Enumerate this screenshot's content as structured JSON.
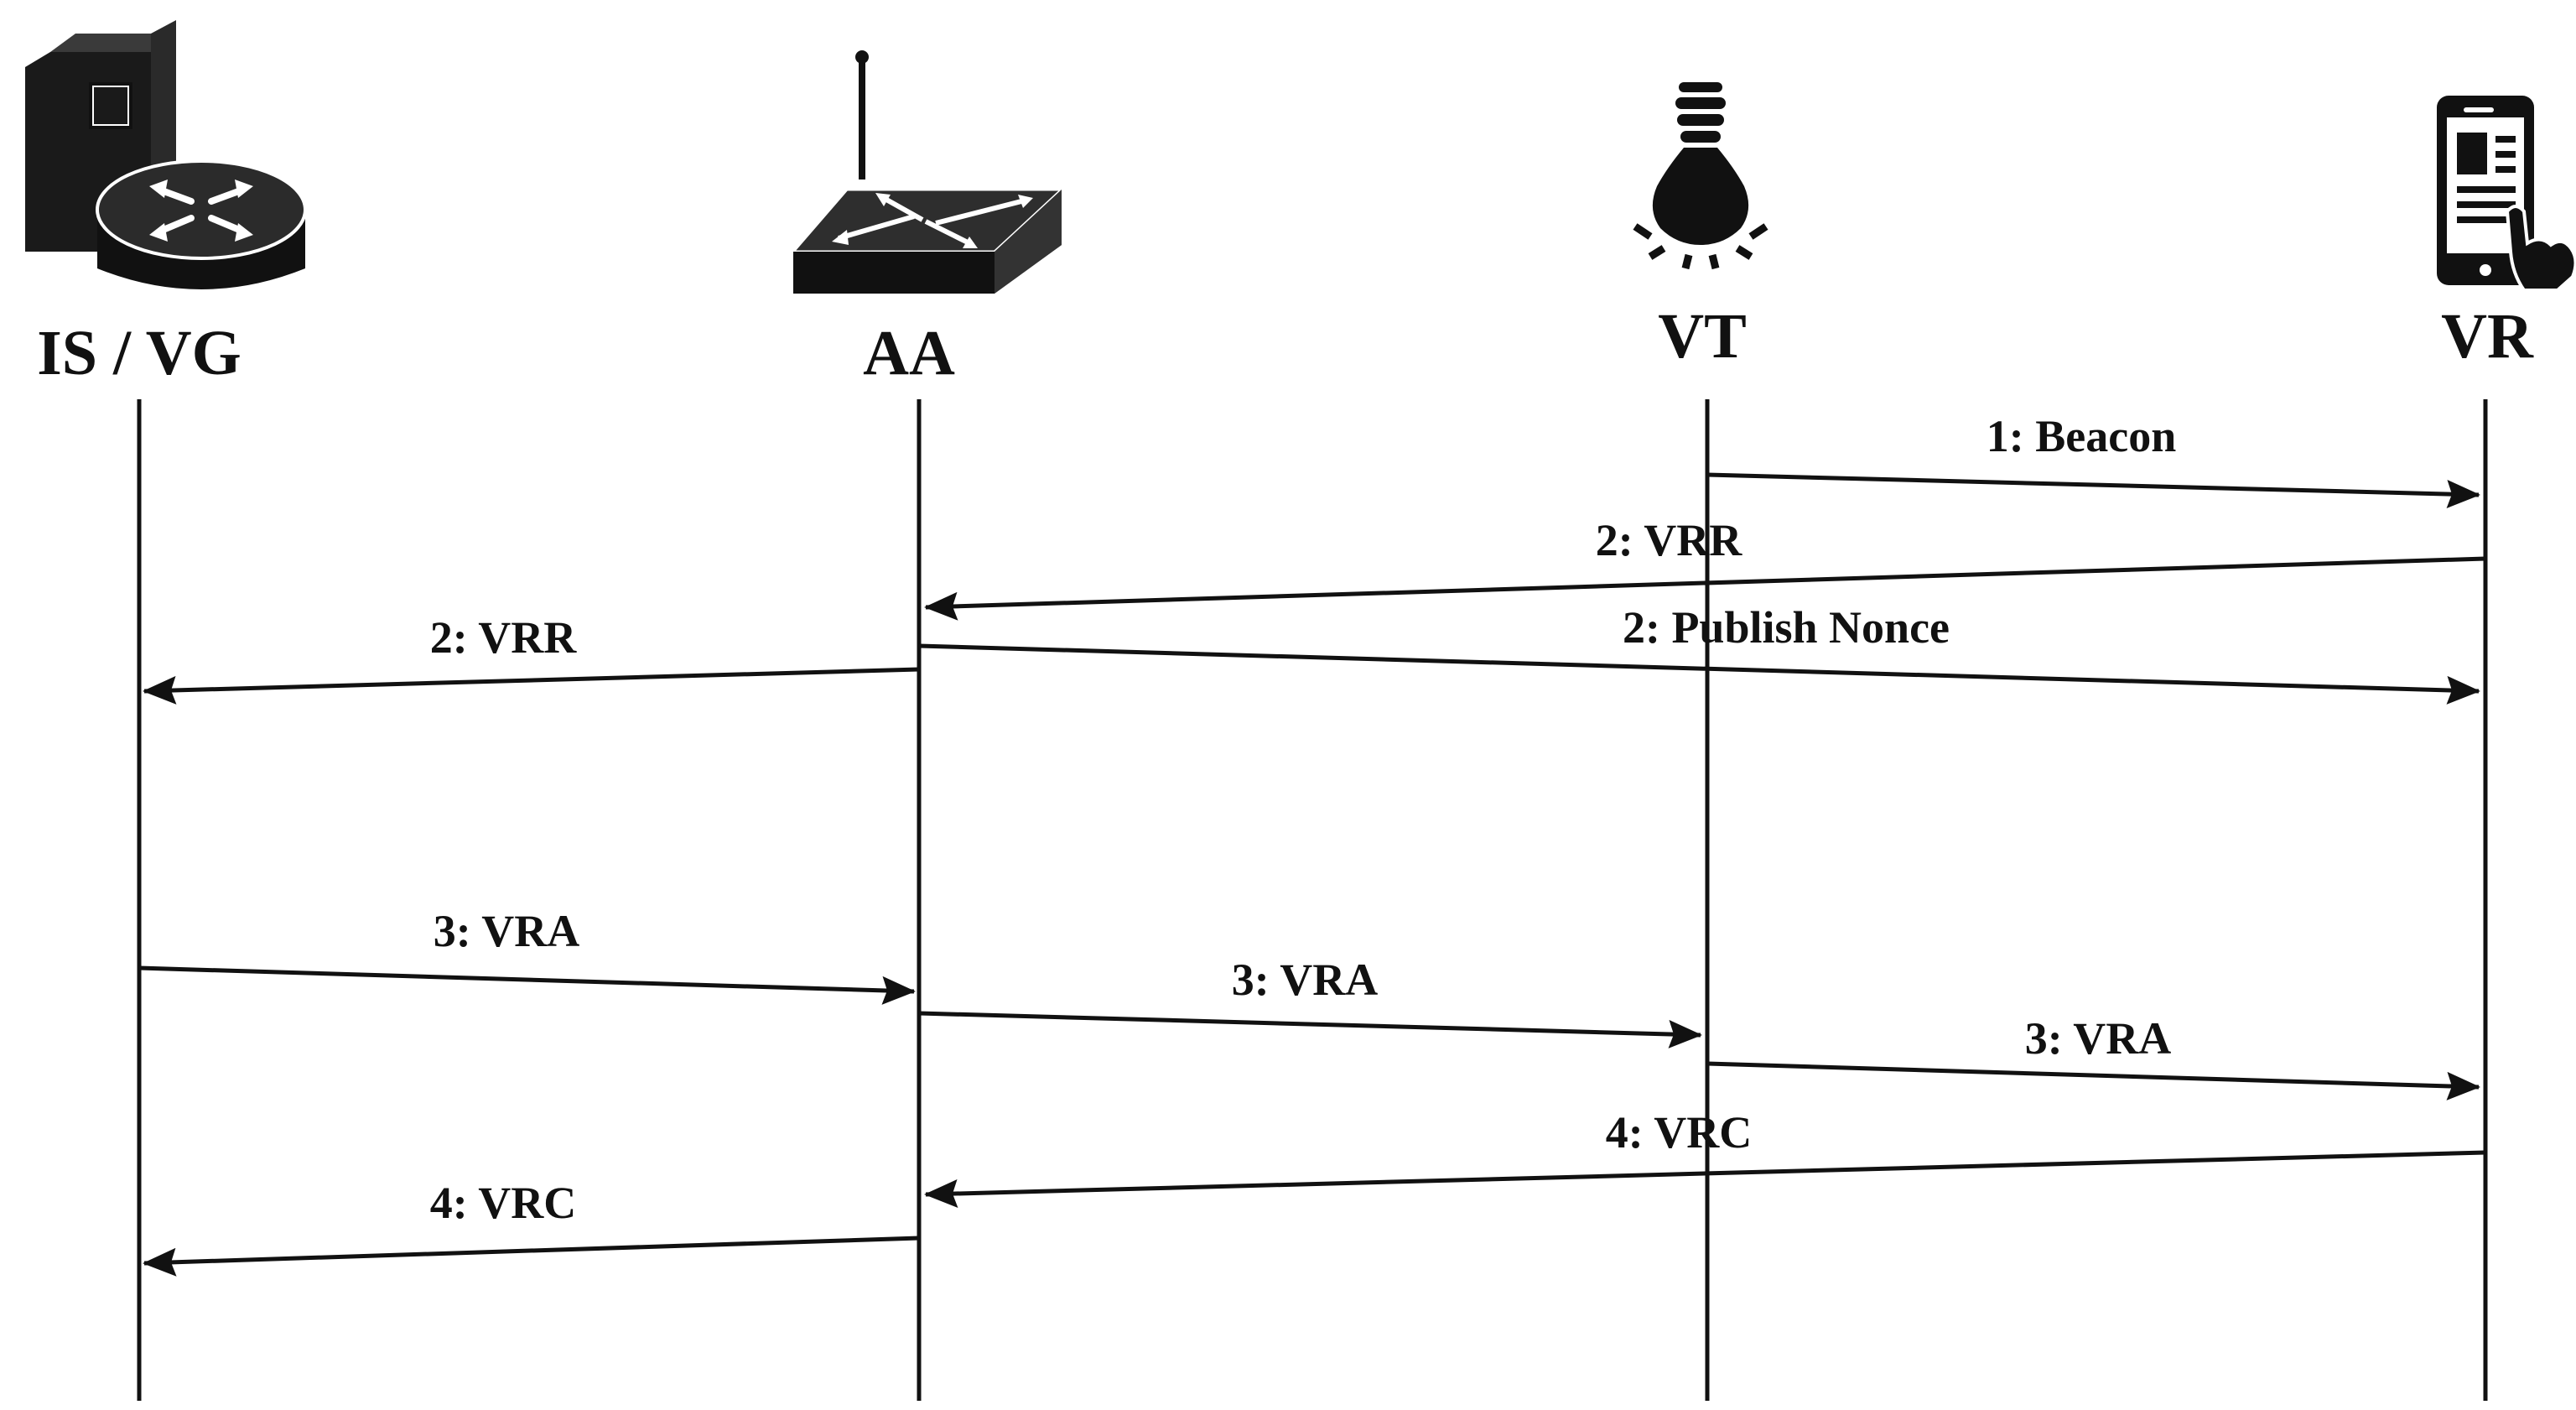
{
  "actors": [
    {
      "id": "is_vg",
      "label": "IS / VG",
      "icon": "server-router-icon"
    },
    {
      "id": "aa",
      "label": "AA",
      "icon": "wireless-access-point-icon"
    },
    {
      "id": "vt",
      "label": "VT",
      "icon": "light-bulb-icon"
    },
    {
      "id": "vr",
      "label": "VR",
      "icon": "smartphone-touch-icon"
    }
  ],
  "messages": [
    {
      "label": "1: Beacon",
      "from": "vt",
      "to": "vr"
    },
    {
      "label": "2: VRR",
      "from": "vr",
      "to": "aa"
    },
    {
      "label": "2: VRR",
      "from": "aa",
      "to": "is_vg"
    },
    {
      "label": "2: Publish Nonce",
      "from": "aa",
      "to": "vr"
    },
    {
      "label": "3: VRA",
      "from": "is_vg",
      "to": "aa"
    },
    {
      "label": "3: VRA",
      "from": "aa",
      "to": "vt"
    },
    {
      "label": "3: VRA",
      "from": "vt",
      "to": "vr"
    },
    {
      "label": "4: VRC",
      "from": "vr",
      "to": "aa"
    },
    {
      "label": "4: VRC",
      "from": "aa",
      "to": "is_vg"
    }
  ],
  "colors": {
    "ink": "#111111",
    "background": "#ffffff"
  }
}
